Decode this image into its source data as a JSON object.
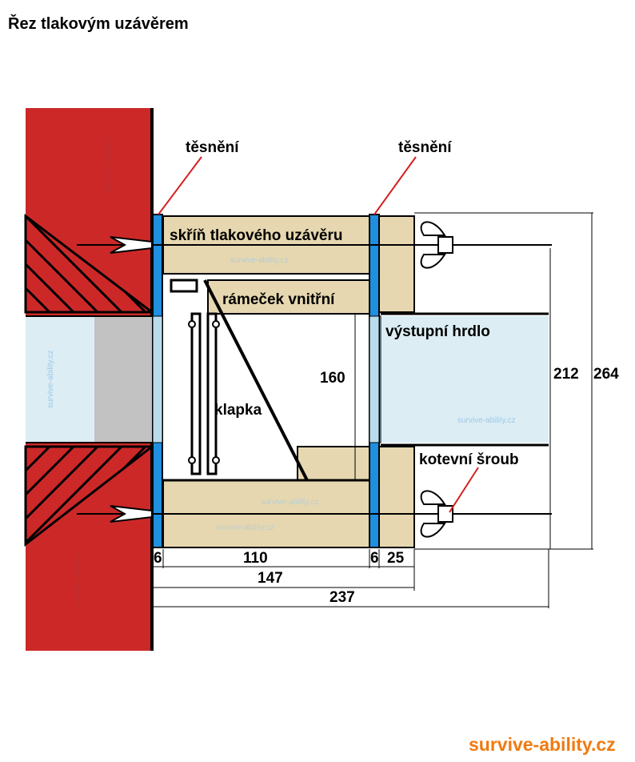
{
  "title": "Řez tlakovým uzávěrem",
  "labels": {
    "gasket_left": "těsnění",
    "gasket_right": "těsnění",
    "housing": "skříň tlakového uzávěru",
    "inner_frame": "rámeček vnitřní",
    "outlet": "výstupní hrdlo",
    "flap": "klapka",
    "anchor_bolt": "kotevní šroub"
  },
  "dimensions": {
    "d_160": "160",
    "d_212": "212",
    "d_264": "264",
    "d_6_left": "6",
    "d_110": "110",
    "d_6_right": "6",
    "d_25": "25",
    "d_147": "147",
    "d_237": "237"
  },
  "brand": "survive-ability.cz",
  "watermark": "survive-ability.cz",
  "colors": {
    "wall": "#cc2828",
    "wood": "#e6d7b0",
    "gasket": "#1f8fe0",
    "duct": "#dcedf4",
    "concrete": "#c2c2c2",
    "leader": "#d42020",
    "brand": "#f07a10"
  }
}
